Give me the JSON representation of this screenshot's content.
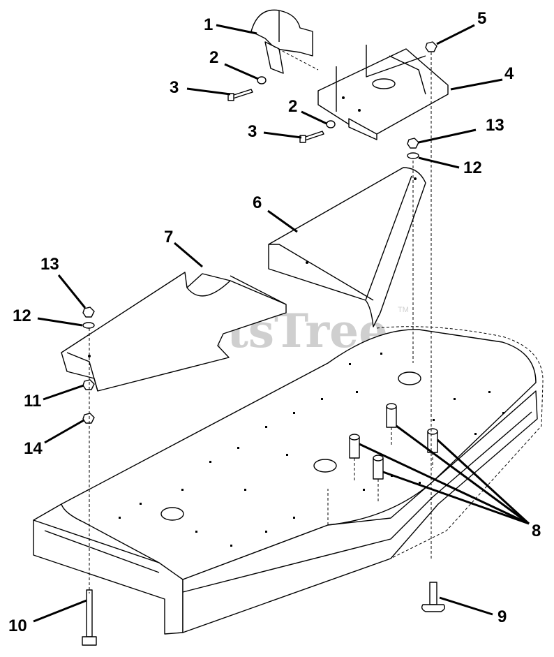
{
  "watermark": {
    "text": "PartsTree",
    "trademark": "TM"
  },
  "callouts": [
    {
      "id": "c1",
      "label": "1",
      "part": "muffler-clamp-bracket"
    },
    {
      "id": "c2a",
      "label": "2",
      "part": "washer"
    },
    {
      "id": "c3a",
      "label": "3",
      "part": "bolt"
    },
    {
      "id": "c2b",
      "label": "2",
      "part": "washer"
    },
    {
      "id": "c3b",
      "label": "3",
      "part": "bolt"
    },
    {
      "id": "c5",
      "label": "5",
      "part": "nut"
    },
    {
      "id": "c4",
      "label": "4",
      "part": "mounting-bracket"
    },
    {
      "id": "c13a",
      "label": "13",
      "part": "nut"
    },
    {
      "id": "c12a",
      "label": "12",
      "part": "washer"
    },
    {
      "id": "c6",
      "label": "6",
      "part": "belt-shield-right"
    },
    {
      "id": "c7",
      "label": "7",
      "part": "belt-shield-left"
    },
    {
      "id": "c13b",
      "label": "13",
      "part": "nut"
    },
    {
      "id": "c12b",
      "label": "12",
      "part": "washer"
    },
    {
      "id": "c11",
      "label": "11",
      "part": "nut"
    },
    {
      "id": "c14",
      "label": "14",
      "part": "nut"
    },
    {
      "id": "c8",
      "label": "8",
      "part": "spacers"
    },
    {
      "id": "c9",
      "label": "9",
      "part": "carriage-bolt"
    },
    {
      "id": "c10",
      "label": "10",
      "part": "long-bolt"
    }
  ]
}
